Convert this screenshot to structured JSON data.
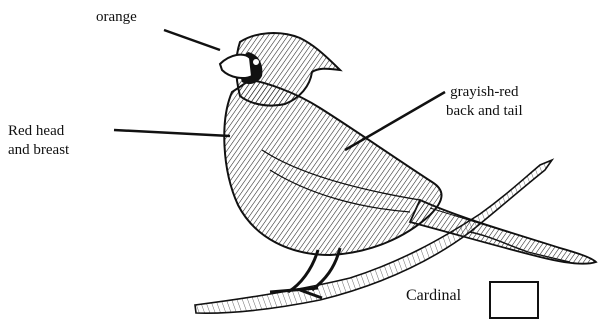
{
  "labels": {
    "beak": "orange",
    "head_breast_line1": "Red head",
    "head_breast_line2": "and breast",
    "back_tail_line1": "grayish-red",
    "back_tail_line2": "back and tail",
    "species": "Cardinal"
  },
  "colors": {
    "ink": "#111111",
    "background": "#ffffff"
  }
}
